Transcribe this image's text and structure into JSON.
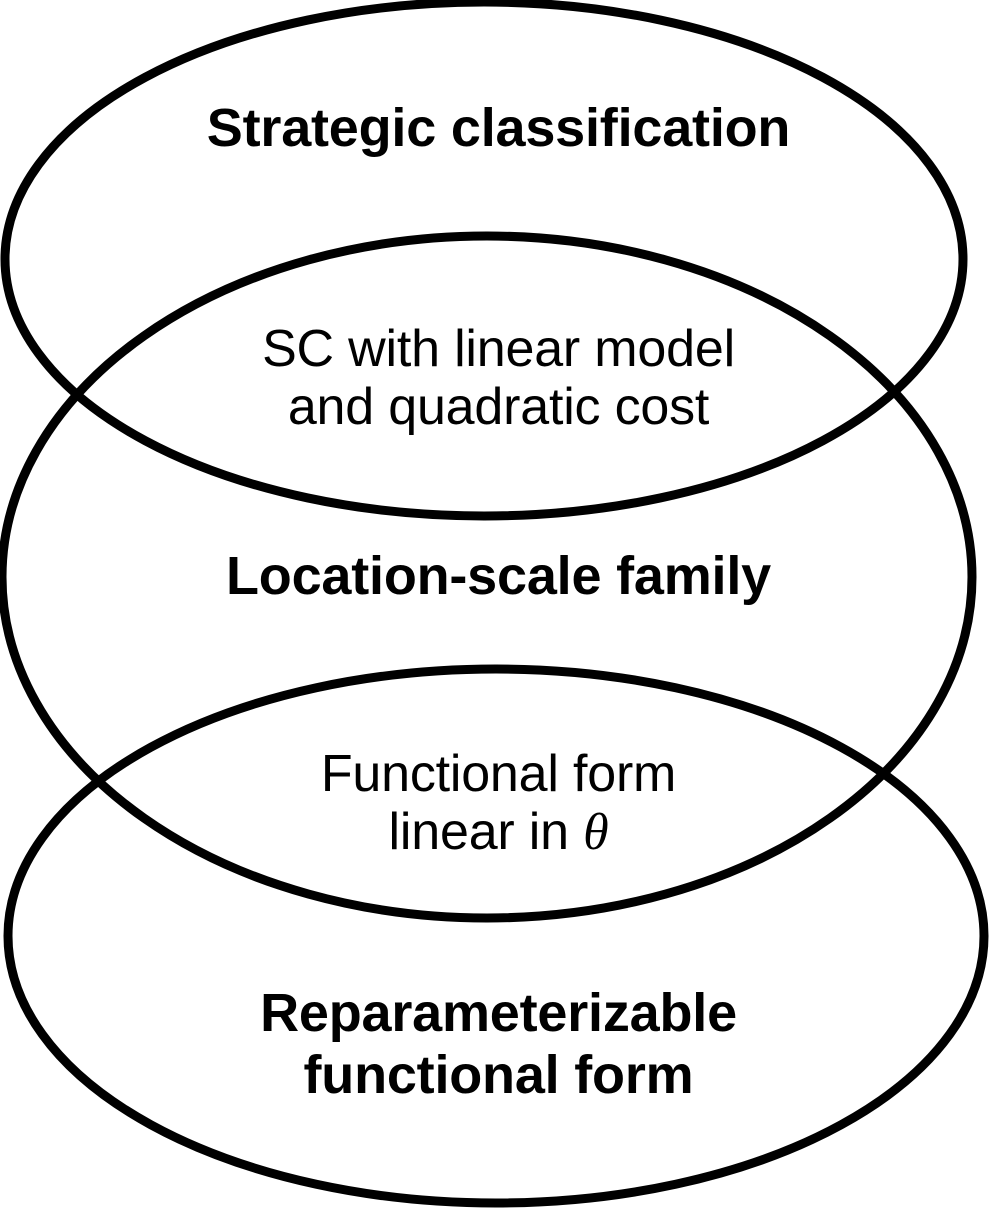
{
  "diagram": {
    "type": "venn-diagram",
    "title": "Strategic classification / Location-scale family / Reparameterizable functional form",
    "stroke_color": "#000000",
    "background_color": "#ffffff",
    "sets": [
      {
        "id": "strategic-classification",
        "label": "Strategic classification",
        "emphasis": "bold",
        "position": "top"
      },
      {
        "id": "location-scale-family",
        "label": "Location-scale family",
        "emphasis": "bold",
        "position": "middle"
      },
      {
        "id": "reparameterizable-functional-form",
        "label": "Reparameterizable\nfunctional form",
        "emphasis": "bold",
        "position": "bottom"
      }
    ],
    "intersections": [
      {
        "id": "sc-linear-model-quadratic-cost",
        "label": "SC with linear model\nand quadratic cost",
        "emphasis": "regular",
        "between": [
          "strategic-classification",
          "location-scale-family"
        ]
      },
      {
        "id": "functional-form-linear-in-theta",
        "label_prefix": "Functional form\nlinear in ",
        "label_symbol": "θ",
        "emphasis": "regular",
        "between": [
          "location-scale-family",
          "reparameterizable-functional-form"
        ]
      }
    ]
  }
}
